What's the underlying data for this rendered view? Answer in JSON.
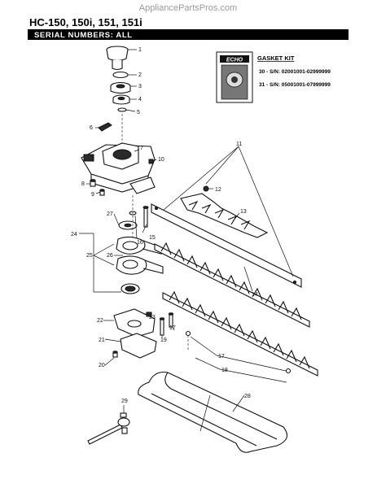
{
  "watermark": "AppliancePartsPros.com",
  "header": {
    "model_title": "HC-150, 150i, 151, 151i",
    "serial_banner": "SERIAL NUMBERS: ALL"
  },
  "gasket_kit": {
    "title": "GASKET KIT",
    "logo_text": "ECHO",
    "lines": [
      "30 - S/N: 02001001-02999999",
      "31 - S/N: 05001001-07999999"
    ]
  },
  "callouts": {
    "c1": "1",
    "c2": "2",
    "c3": "3",
    "c4": "4",
    "c5": "5",
    "c6": "6",
    "c7": "7",
    "c8": "8",
    "c9": "9",
    "c10": "10",
    "c11": "11",
    "c12": "12",
    "c13": "13",
    "c14": "14",
    "c15": "15",
    "c16": "16",
    "c17a": "17",
    "c17b": "17",
    "c18": "18",
    "c19": "19",
    "c20": "20",
    "c21": "21",
    "c22": "22",
    "c23": "23",
    "c24": "24",
    "c25": "25",
    "c26": "26",
    "c27": "27",
    "c28": "28",
    "c29": "29"
  },
  "colors": {
    "ink": "#111111",
    "banner": "#000000",
    "watermark": "#9a9a9a"
  }
}
